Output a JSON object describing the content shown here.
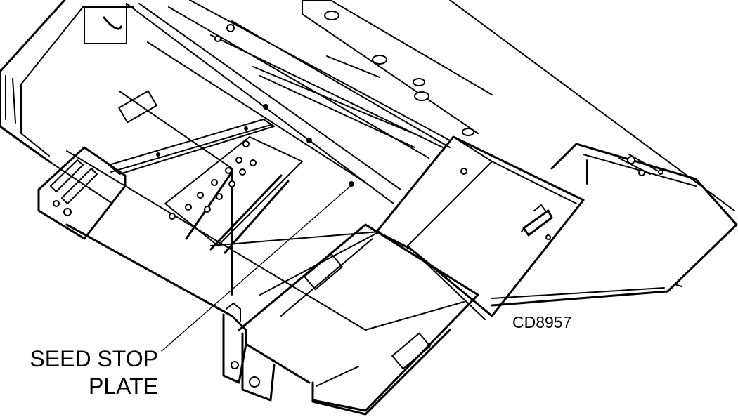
{
  "callout": {
    "line1": "SEED STOP",
    "line2": "PLATE"
  },
  "figure_id": "CD8957",
  "colors": {
    "ink": "#000000",
    "paper": "#ffffff"
  }
}
